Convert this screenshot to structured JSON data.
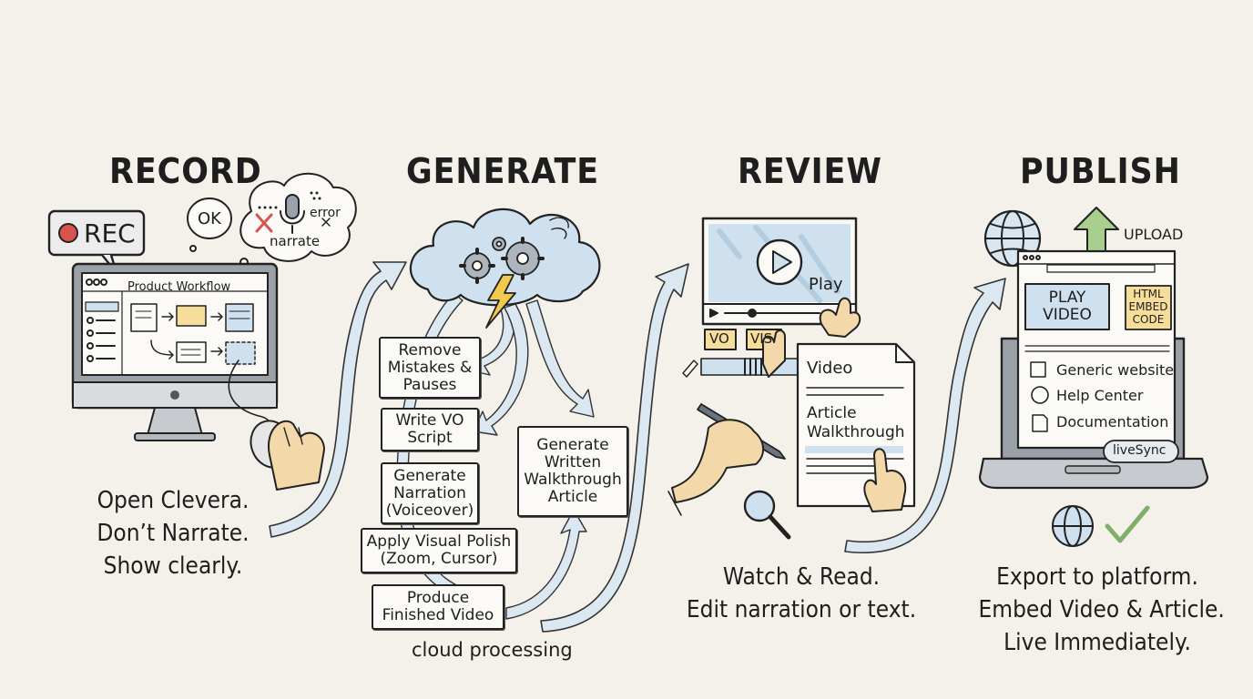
{
  "sections": [
    {
      "title": "RECORD",
      "caption": [
        "Open Clevera.",
        "Don’t Narrate.",
        "Show clearly."
      ]
    },
    {
      "title": "GENERATE",
      "caption": [
        "cloud processing"
      ]
    },
    {
      "title": "REVIEW",
      "caption": [
        "Watch & Read.",
        "Edit narration or text."
      ]
    },
    {
      "title": "PUBLISH",
      "caption": [
        "Export to platform.",
        "Embed Video & Article.",
        "Live Immediately."
      ]
    }
  ],
  "record": {
    "rec_label": "REC",
    "ok_bubble": "OK",
    "thought_error": "error",
    "thought_narrate": "narrate",
    "screen_title": "Product Workflow"
  },
  "generate": {
    "steps": [
      "Remove\nMistakes &\nPauses",
      "Write VO\nScript",
      "Generate\nNarration\n(Voiceover)",
      "Apply Visual Polish\n(Zoom, Cursor)",
      "Produce\nFinished Video"
    ],
    "article_step": "Generate\nWritten\nWalkthrough\nArticle"
  },
  "review": {
    "play_label": "Play",
    "vo_tag": "VO",
    "vis_tag": "VIS",
    "doc_video": "Video",
    "doc_article": "Article\nWalkthrough"
  },
  "publish": {
    "upload_label": "UPLOAD",
    "play_video": "PLAY\nVIDEO",
    "embed_code": "HTML\nEMBED\nCODE",
    "platforms": [
      "Generic website",
      "Help Center",
      "Documentation"
    ],
    "live_sync": "liveSync"
  },
  "colors": {
    "background": "#f4f1ea",
    "arrow_fill": "#dbe7f1",
    "accent_yellow": "#f6dd9a",
    "accent_blue": "#cfe0ee",
    "rec_red": "#d9534f",
    "check_green": "#7fb069",
    "upload_green": "#a9cf8f"
  }
}
